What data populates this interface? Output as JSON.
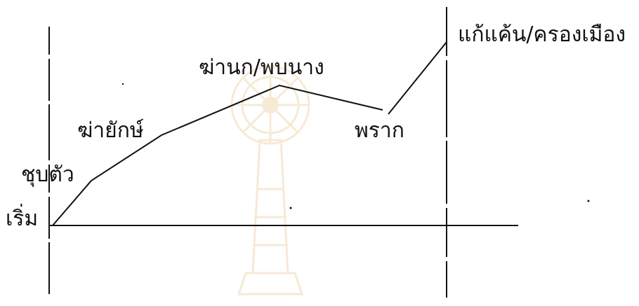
{
  "diagram": {
    "labels": {
      "start": "เริ่ม",
      "rebirth": "ชุบตัว",
      "kill_giant": "ฆ่ายักษ์",
      "kill_bird_meet_lady": "ฆ่านก/พบนาง",
      "separation": "พราก",
      "resolution": "แก้แค้น/ครองเมือง"
    },
    "colors": {
      "ink": "#111111",
      "watermark": "#d9a24a"
    },
    "watermark_icon": "university-seal-watermark"
  }
}
